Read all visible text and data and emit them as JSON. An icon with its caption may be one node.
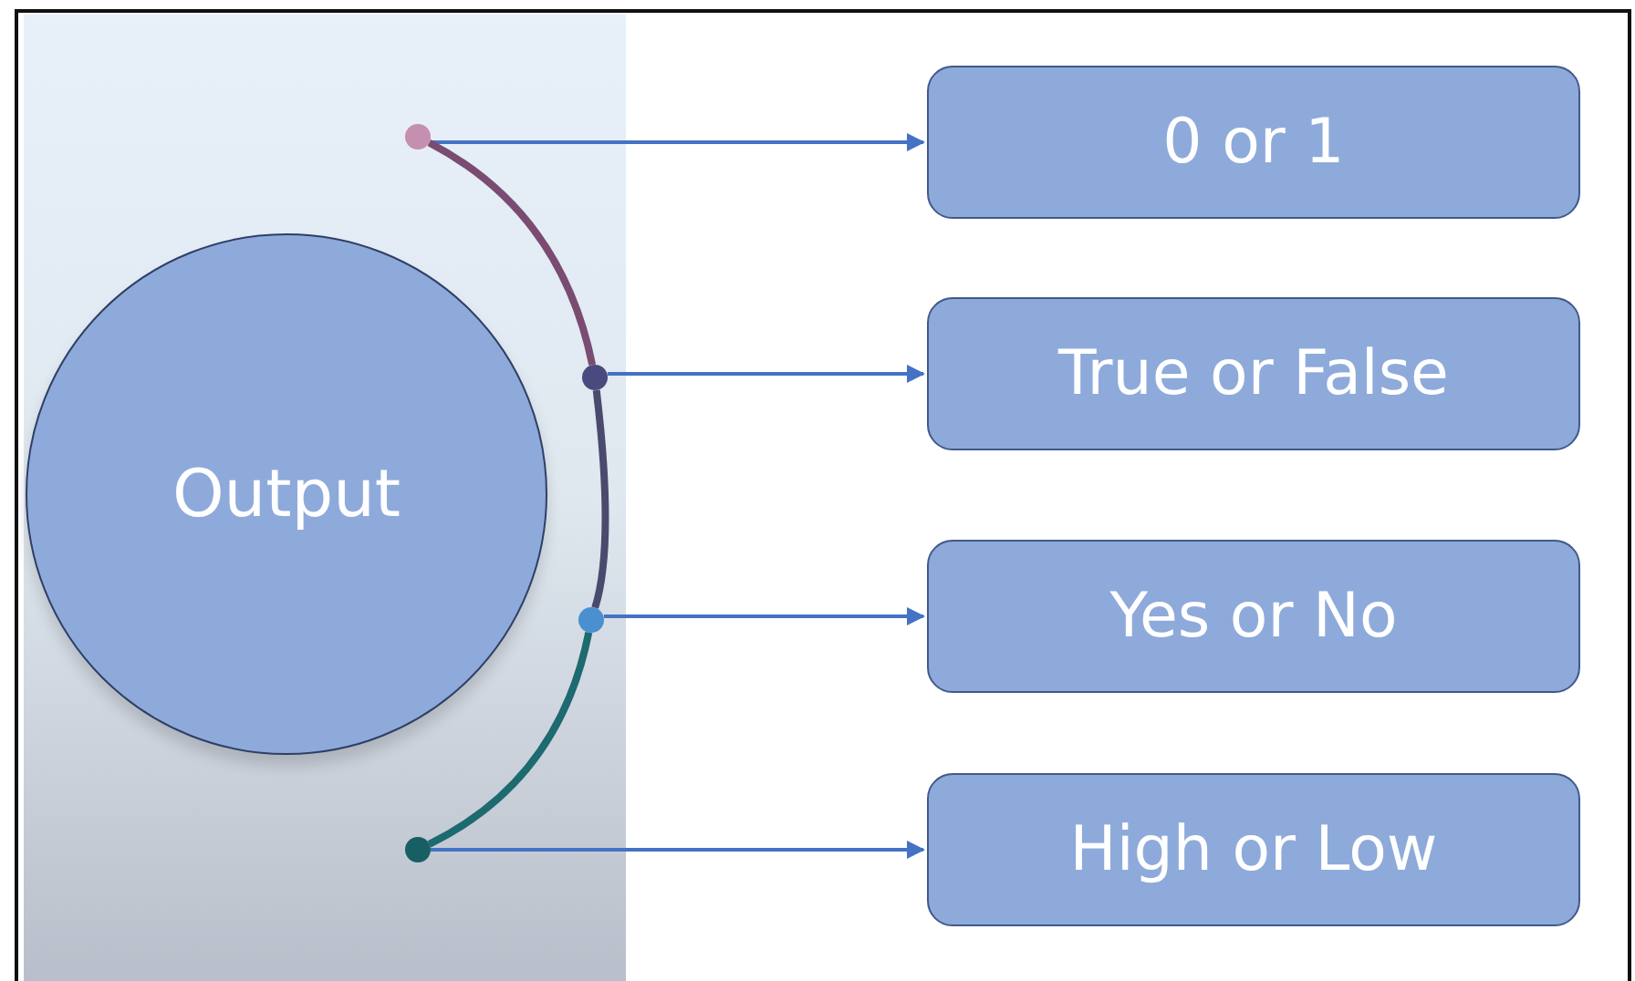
{
  "diagram": {
    "nodes": [
      {
        "text": [
          "Output"
        ]
      },
      {
        "text": [],
        "shape": "circle"
      },
      {
        "text": [],
        "shape": "circle"
      },
      {
        "text": [],
        "shape": "circle"
      },
      {
        "text": [],
        "shape": "circle"
      },
      {
        "text": [
          "0 or 1"
        ]
      },
      {
        "text": [
          "True or False"
        ]
      },
      {
        "text": [
          "Yes or No"
        ]
      },
      {
        "text": [
          "High or Low"
        ]
      }
    ],
    "edges": [
      {
        "from": 1,
        "to": 5,
        "arrow": "to"
      },
      {
        "from": 2,
        "to": 6,
        "arrow": "to"
      },
      {
        "from": 3,
        "to": 7,
        "arrow": "to"
      },
      {
        "from": 4,
        "to": 8,
        "arrow": "to"
      },
      {
        "from": 1,
        "to": 2,
        "arrow": "none",
        "style": "thick",
        "color": "#7a4c72"
      },
      {
        "from": 2,
        "to": 3,
        "arrow": "none",
        "style": "thick",
        "color": "#4a4a6e"
      },
      {
        "from": 3,
        "to": 4,
        "arrow": "none",
        "style": "thick",
        "color": "#1d6a70"
      }
    ]
  }
}
